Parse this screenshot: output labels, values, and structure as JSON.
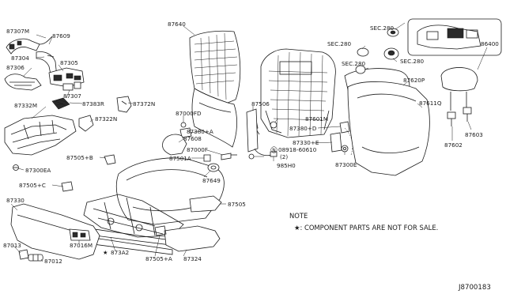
{
  "labels": {
    "p87307M": "87307M",
    "p87609": "87609",
    "p87304": "87304",
    "p87306": "87306",
    "p87305": "87305",
    "p87307": "87307",
    "p87383R": "87383R",
    "p87332M": "87332M",
    "p87372N": "87372N",
    "p87322N": "87322N",
    "p87300EA": "87300EA",
    "p87505B": "87505+B",
    "p87505C": "87505+C",
    "p87330": "87330",
    "p87016M": "87016M",
    "p87013": "87013",
    "p87012": "87012",
    "p873A2": "873A2",
    "p87505A": "87505+A",
    "p87324": "87324",
    "p87505": "87505",
    "p87649": "87649",
    "p87501A": "87501A",
    "p87000F": "87000F",
    "p87608": "87608",
    "p87380A": "87380+A",
    "p87000FD": "87000FD",
    "p87640": "87640",
    "p87506": "87506",
    "p08918": "08918-60610",
    "p08918qty": "(2)",
    "p985H0": "985H0",
    "p87601M": "87601M",
    "p87380D": "87380+D",
    "p87330E": "87330+E",
    "p87300E": "87300E",
    "p87620P": "87620P",
    "p87611Q": "87611Q",
    "p86400": "86400",
    "p87603": "87603",
    "p87602": "87602",
    "sec280a": "SEC.280",
    "sec280b": "SEC.280",
    "sec280c": "SEC.280",
    "sec280d": "SEC.280"
  },
  "note": {
    "title": "NOTE",
    "text": "★: COMPONENT PARTS ARE NOT FOR SALE."
  },
  "diagram_code": "J8700183",
  "symbols": {
    "star": "★",
    "circle_n": "N"
  }
}
